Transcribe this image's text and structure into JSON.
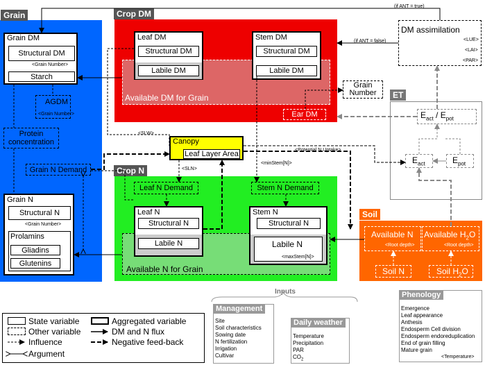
{
  "grain": {
    "title": "Grain",
    "grain_dm": "Grain DM",
    "structural_dm": "Structural DM",
    "grain_number_arg": "<Grain Number>",
    "starch": "Starch",
    "agdm": "AGDM",
    "agdm_arg": "<Grain Number>",
    "protein": "Protein concentration",
    "grain_n_demand": "Grain N Demand",
    "grain_n": "Grain N",
    "structural_n": "Structural N",
    "structural_n_arg": "<Grain Number>",
    "prolamins": "Prolamins",
    "gliadins": "Gliadins",
    "glutenins": "Glutenins"
  },
  "crop_dm": {
    "title": "Crop DM",
    "leaf_dm": "Leaf DM",
    "stem_dm": "Stem DM",
    "structural_dm": "Structural DM",
    "labile_dm": "Labile DM",
    "available_dm": "Available DM for Grain",
    "ear_dm": "Ear DM",
    "if_ant_false": "(if ANT = false)"
  },
  "dm_assim": {
    "title": "DM assimilation",
    "lue": "<LUE>",
    "lai": "<LAI>",
    "par": "<PAR>",
    "if_ant_true": "(if ANT = true)"
  },
  "grain_number": "Grain Number",
  "et": {
    "title": "ET",
    "e_act": "E",
    "e_act_sub": "act",
    "slash": "/",
    "e_pot": "E",
    "e_pot_sub": "pot",
    "e_act2_sub": "act",
    "e_pot2_sub": "pot"
  },
  "canopy": {
    "title": "Canopy",
    "leaf_layer_area": "Leaf Layer Area",
    "slw": "<SLW>",
    "sln": "<SLN>",
    "potential_n_uptake": "<Potential N Uptake>",
    "min_stem": "<minStem[N]>"
  },
  "crop_n": {
    "title": "Crop N",
    "leaf_n_demand": "Leaf N Demand",
    "stem_n_demand": "Stem N Demand",
    "leaf_n": "Leaf N",
    "stem_n": "Stem N",
    "structural_n": "Structural N",
    "labile_n": "Labile N",
    "max_stem": "<maxStem[N]>",
    "available_n": "Available N for Grain"
  },
  "soil": {
    "title": "Soil",
    "available_n": "Available N",
    "root_depth": "<Root depth>",
    "available_h2o": "Available H",
    "h2o_sub": "2",
    "h2o_end": "O",
    "soil_n": "Soil N",
    "soil_h": "Soil H",
    "soil_o": "O"
  },
  "inputs": {
    "title": "Inputs",
    "management": "Management",
    "management_items": [
      "Site",
      "Soil characteristics",
      "Sowing date",
      "N fertilization",
      "Irrigation",
      "Cultivar"
    ],
    "weather": "Daily weather",
    "weather_items": [
      "Temperature",
      "Precipitation",
      "PAR",
      "CO"
    ],
    "co2_sub": "2"
  },
  "phenology": {
    "title": "Phenology",
    "items": [
      "Emergence",
      "Leaf appearance",
      "Anthesis",
      "Endosperm Cell division",
      "Endosperm endoreduplication",
      "End of grain filling",
      "Mature grain"
    ],
    "temperature": "<Temperature>"
  },
  "legend": {
    "state": "State variable",
    "aggregated": "Aggregated variable",
    "other": "Other variable",
    "flux": "DM and N flux",
    "influence": "Influence",
    "neg_feedback": "Negative feed-back",
    "argument": "Argument"
  },
  "colors": {
    "grain": "#0066ff",
    "crop_dm": "#ee0000",
    "crop_n": "#22ee22",
    "soil": "#ff6600",
    "canopy": "#ffff00",
    "et": "#888888",
    "phenology": "#999999"
  }
}
